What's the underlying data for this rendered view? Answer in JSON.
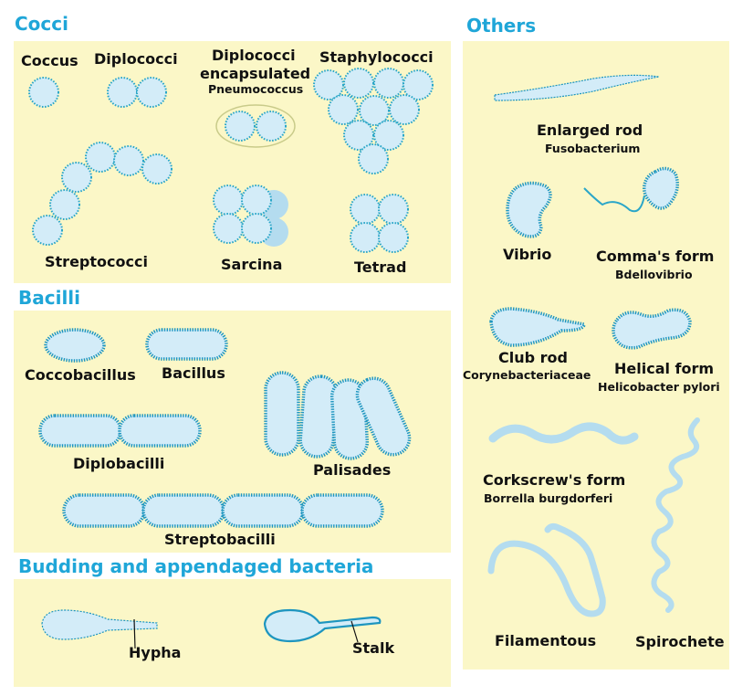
{
  "sections": {
    "cocci": "Cocci",
    "bacilli": "Bacilli",
    "budding": "Budding and appendaged bacteria",
    "others": "Others"
  },
  "cocci": {
    "coccus": "Coccus",
    "diplococci": "Diplococci",
    "diplococci_encapsulated_line1": "Diplococci",
    "diplococci_encapsulated_line2": "encapsulated",
    "pneumococcus": "Pneumococcus",
    "staphylococci": "Staphylococci",
    "streptococci": "Streptococci",
    "sarcina": "Sarcina",
    "tetrad": "Tetrad"
  },
  "bacilli": {
    "coccobacillus": "Coccobacillus",
    "bacillus": "Bacillus",
    "diplobacilli": "Diplobacilli",
    "palisades": "Palisades",
    "streptobacilli": "Streptobacilli"
  },
  "budding": {
    "hypha": "Hypha",
    "stalk": "Stalk"
  },
  "others": {
    "enlarged_rod": "Enlarged rod",
    "fusobacterium": "Fusobacterium",
    "vibrio": "Vibrio",
    "commas_form": "Comma's form",
    "bdellovibrio": "Bdellovibrio",
    "club_rod": "Club rod",
    "corynebacteriaceae": "Corynebacteriaceae",
    "helical_form": "Helical form",
    "helicobacter_pylori": "Helicobacter pylori",
    "corkscrews_form": "Corkscrew's form",
    "borrelia": "Borrella burgdorferi",
    "filamentous": "Filamentous",
    "spirochete": "Spirochete"
  },
  "colors": {
    "heading": "#1fa6d8",
    "panel": "#fbf7c7",
    "cell_fill": "#d3ecf8",
    "cell_stroke": "#2aa6c8"
  }
}
